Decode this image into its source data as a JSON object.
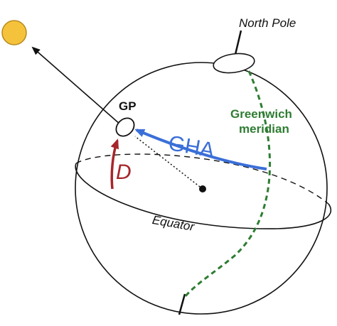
{
  "labels": {
    "north_pole": "North Pole",
    "greenwich_line1": "Greenwich",
    "greenwich_line2": "meridian",
    "gp": "GP",
    "gha": "GHA",
    "declination": "D",
    "equator": "Equator"
  },
  "colors": {
    "sun_fill": "#f5c33b",
    "sun_stroke": "#b8891c",
    "greenwich": "#2e7d32",
    "gha_arrow": "#3a6fd8",
    "declination_arrow": "#a6262b",
    "outline": "#111111"
  }
}
